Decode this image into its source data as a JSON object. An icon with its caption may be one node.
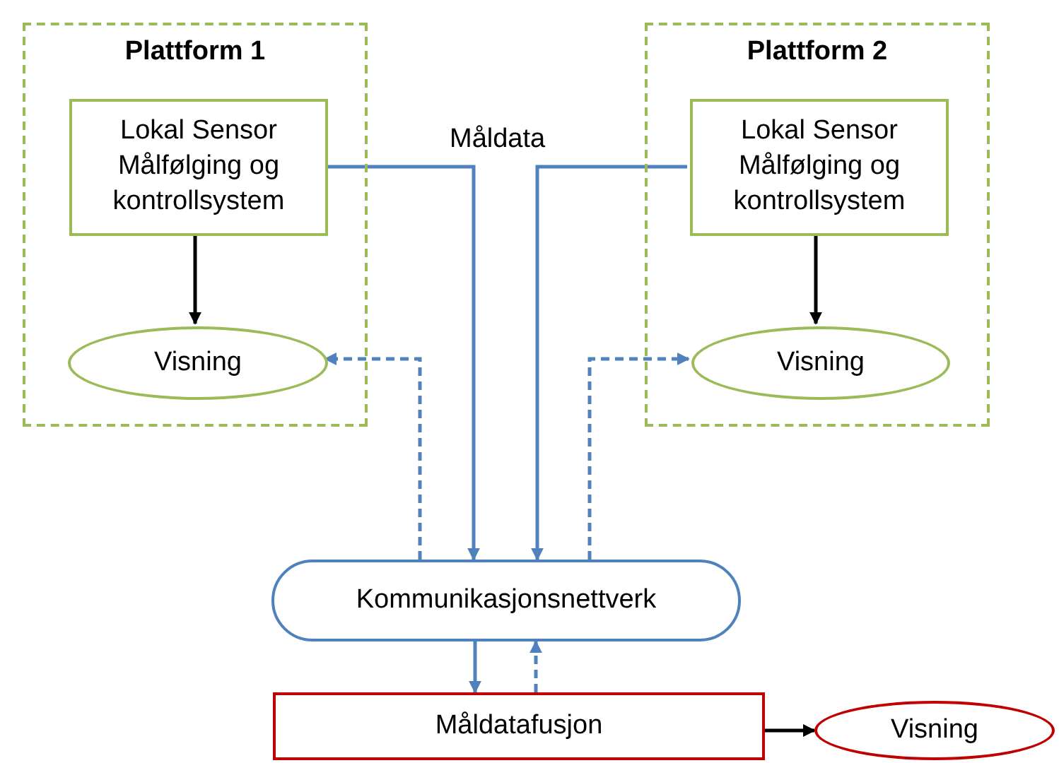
{
  "diagram": {
    "nodes": [
      {
        "text": [
          "Plattform 1"
        ]
      },
      {
        "text": [
          "Lokal Sensor Målfølging og kontrollsystem"
        ],
        "in": 0
      },
      {
        "text": [
          "Visning"
        ],
        "in": 0
      },
      {
        "text": [
          "Plattform 2"
        ]
      },
      {
        "text": [
          "Lokal Sensor Målfølging og kontrollsystem"
        ],
        "in": 3
      },
      {
        "text": [
          "Visning"
        ],
        "in": 3
      },
      {
        "text": [
          "Kommunikasjonsnettverk"
        ]
      },
      {
        "text": [
          "Måldatafusjon"
        ]
      },
      {
        "text": [
          "Visning"
        ]
      }
    ],
    "edges": [
      {
        "from": 1,
        "to": 2,
        "arrow": "to",
        "color": "#000000"
      },
      {
        "from": 4,
        "to": 5,
        "arrow": "to",
        "color": "#000000"
      },
      {
        "from": 1,
        "to": 6,
        "arrow": "to"
      },
      {
        "from": 4,
        "to": 6,
        "arrow": "to"
      },
      {
        "from": 6,
        "to": 2,
        "arrow": "to",
        "style": "dashed"
      },
      {
        "from": 6,
        "to": 5,
        "arrow": "to",
        "style": "dashed"
      },
      {
        "from": 6,
        "to": 7,
        "arrow": "to"
      },
      {
        "from": 7,
        "to": 6,
        "arrow": "to",
        "style": "dashed"
      },
      {
        "from": 7,
        "to": 8,
        "arrow": "to",
        "color": "#000000"
      }
    ],
    "labels": [
      "Måldata"
    ]
  }
}
